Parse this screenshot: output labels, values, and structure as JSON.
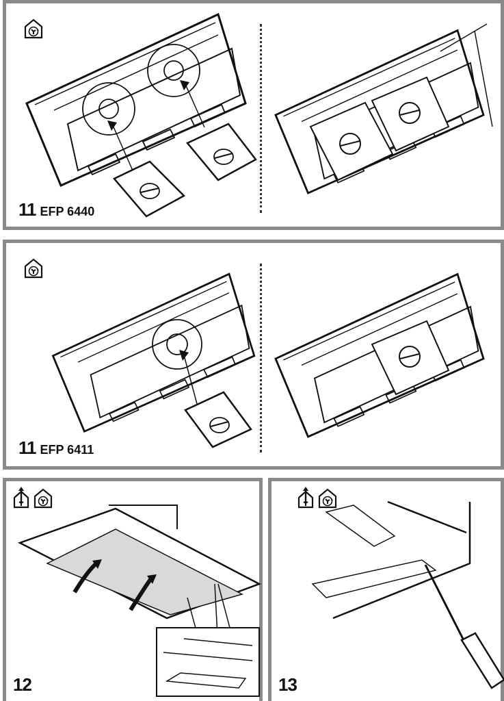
{
  "figures": [
    {
      "number": "11",
      "model": "EFP 6440",
      "mode_icons": [
        "recirculation-mode-icon"
      ],
      "steps": [
        "remove-charcoal-filters",
        "filters-installed"
      ]
    },
    {
      "number": "11",
      "model": "EFP 6411",
      "mode_icons": [
        "recirculation-mode-icon"
      ],
      "steps": [
        "remove-charcoal-filter",
        "filter-installed"
      ]
    },
    {
      "number": "12",
      "model": "",
      "mode_icons": [
        "extraction-mode-icon",
        "recirculation-mode-icon"
      ],
      "steps": [
        "remove-grease-filter"
      ]
    },
    {
      "number": "13",
      "model": "",
      "mode_icons": [
        "extraction-mode-icon",
        "recirculation-mode-icon"
      ],
      "steps": [
        "pry-filter-with-screwdriver"
      ]
    }
  ],
  "colors": {
    "border": "#8a8a8a",
    "filter_fill": "#d9d9d9",
    "ink": "#111111"
  }
}
